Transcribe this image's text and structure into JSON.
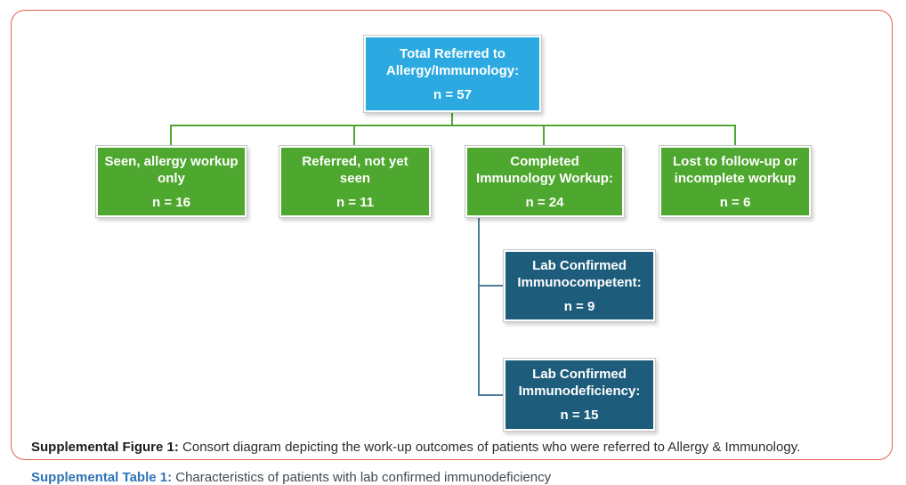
{
  "nodes": {
    "total": {
      "lines": [
        "Total Referred to",
        "Allergy/Immunology:"
      ],
      "count": "n = 57"
    },
    "seen": {
      "lines": [
        "Seen, allergy workup",
        "only"
      ],
      "count": "n = 16"
    },
    "referred": {
      "lines": [
        "Referred, not yet",
        "seen"
      ],
      "count": "n = 11"
    },
    "completed": {
      "lines": [
        "Completed",
        "Immunology Workup:"
      ],
      "count": "n = 24"
    },
    "lost": {
      "lines": [
        "Lost to follow-up or",
        "incomplete workup"
      ],
      "count": "n = 6"
    },
    "competent": {
      "lines": [
        "Lab Confirmed",
        "Immunocompetent:"
      ],
      "count": "n = 9"
    },
    "deficient": {
      "lines": [
        "Lab Confirmed",
        "Immunodeficiency:"
      ],
      "count": "n = 15"
    }
  },
  "caption": {
    "label": "Supplemental Figure 1:",
    "text": " Consort diagram depicting the work-up outcomes of patients who were referred to Allergy & Immunology."
  },
  "footer": {
    "label": "Supplemental Table 1:",
    "text": " Characteristics of patients with lab confirmed immunodeficiency"
  },
  "colors": {
    "top_node": "#2ba9e0",
    "branch_nodes": "#4ea72e",
    "outcome_nodes": "#1e5c7c",
    "green_connector": "#4ea72e",
    "teal_connector": "#4c7e99",
    "frame_border": "#e0604c",
    "link_blue": "#2f74b5"
  }
}
